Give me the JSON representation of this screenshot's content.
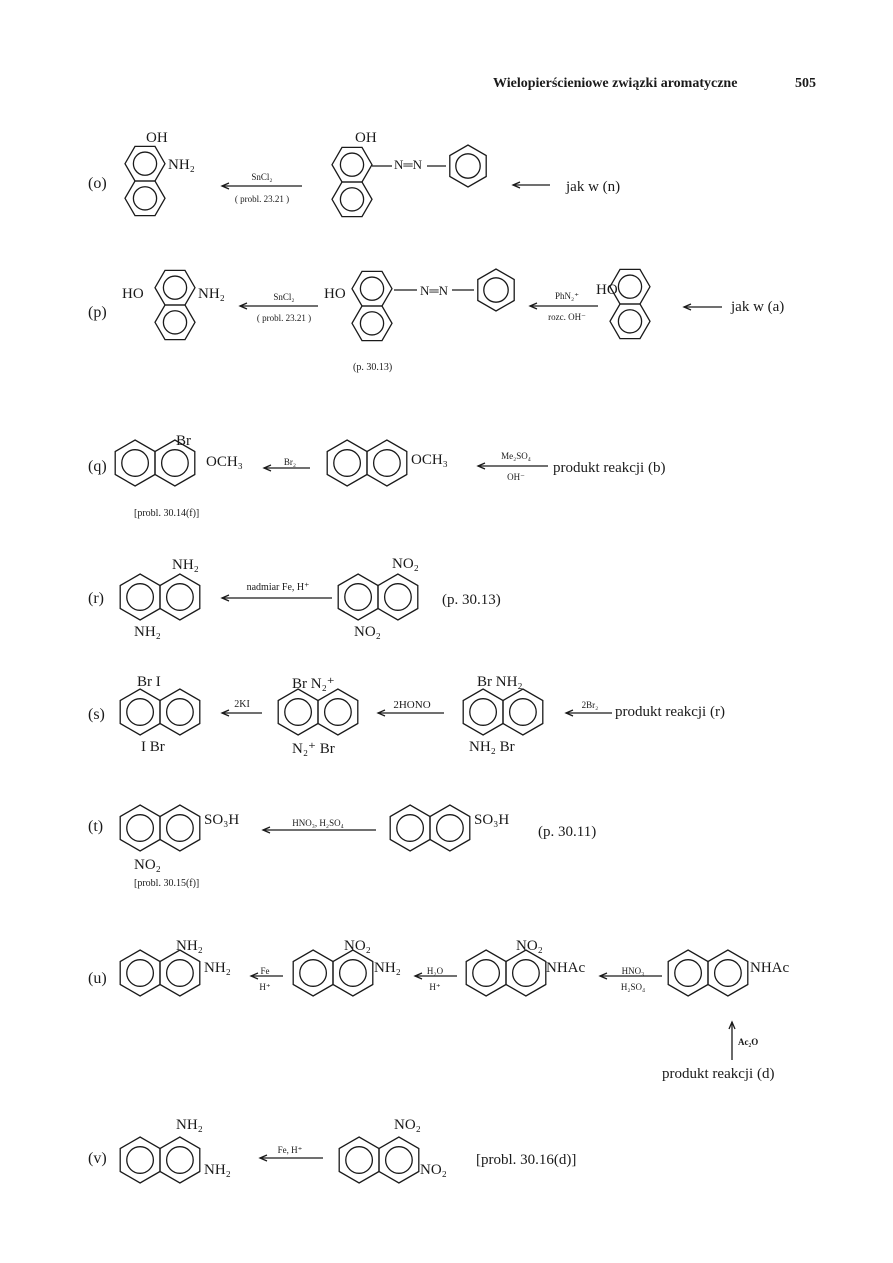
{
  "header": {
    "title": "Wielopierścieniowe związki aromatyczne",
    "page_number": "505"
  },
  "rows": {
    "o": {
      "label": "(o)",
      "reagent1": "SnCl₂",
      "reagent1_note": "( probl. 23.21 )",
      "group_oh_1": "OH",
      "group_nh2": "NH₂",
      "group_oh_2": "OH",
      "azo": "N═N",
      "source": "jak w (n)"
    },
    "p": {
      "label": "(p)",
      "group_ho_1": "HO",
      "group_nh2": "NH₂",
      "reagent1": "SnCl₂",
      "reagent1_note": "( probl. 23.21 )",
      "group_ho_2": "HO",
      "azo": "N═N",
      "ref": "(p. 30.13)",
      "reagent2_top": "PhN₂⁺",
      "reagent2_bottom": "rozc. OH⁻",
      "group_ho_3": "HO",
      "source": "jak w (a)"
    },
    "q": {
      "label": "(q)",
      "group_br": "Br",
      "group_och3_1": "OCH₃",
      "reagent1": "Br₂",
      "group_och3_2": "OCH₃",
      "reagent2_top": "Me₂SO₄",
      "reagent2_bottom": "OH⁻",
      "source": "produkt reakcji (b)",
      "ref": "[probl. 30.14(f)]"
    },
    "r": {
      "label": "(r)",
      "group_nh2_top": "NH₂",
      "group_nh2_bottom": "NH₂",
      "reagent1": "nadmiar Fe, H⁺",
      "group_no2_top": "NO₂",
      "group_no2_bottom": "NO₂",
      "ref": "(p. 30.13)"
    },
    "s": {
      "label": "(s)",
      "m1_top": "Br   I",
      "m1_bottom": "I    Br",
      "reagent1": "2KI",
      "m2_top": "Br  N₂⁺",
      "m2_bottom": "N₂⁺  Br",
      "reagent2": "2HONO",
      "m3_top": "Br  NH₂",
      "m3_bottom": "NH₂ Br",
      "reagent3": "2Br₂",
      "source": "produkt reakcji (r)"
    },
    "t": {
      "label": "(t)",
      "group_so3h_1": "SO₃H",
      "group_no2": "NO₂",
      "ref": "[probl. 30.15(f)]",
      "reagent1": "HNO₃, H₂SO₄",
      "group_so3h_2": "SO₃H",
      "ref2": "(p. 30.11)"
    },
    "u": {
      "label": "(u)",
      "m1_top": "NH₂",
      "m1_side": "NH₂",
      "reagent1_top": "Fe",
      "reagent1_bottom": "H⁺",
      "m2_top": "NO₂",
      "m2_side": "NH₂",
      "reagent2_top": "H₂O",
      "reagent2_bottom": "H⁺",
      "m3_top": "NO₂",
      "m3_side": "NHAc",
      "reagent3_top": "HNO₃",
      "reagent3_bottom": "H₂SO₄",
      "m4_side": "NHAc",
      "reagent4": "Ac₂O",
      "source": "produkt reakcji (d)"
    },
    "v": {
      "label": "(v)",
      "m1_top": "NH₂",
      "m1_side": "NH₂",
      "reagent1": "Fe, H⁺",
      "m2_top": "NO₂",
      "m2_side": "NO₂",
      "ref": "[probl. 30.16(d)]"
    }
  }
}
